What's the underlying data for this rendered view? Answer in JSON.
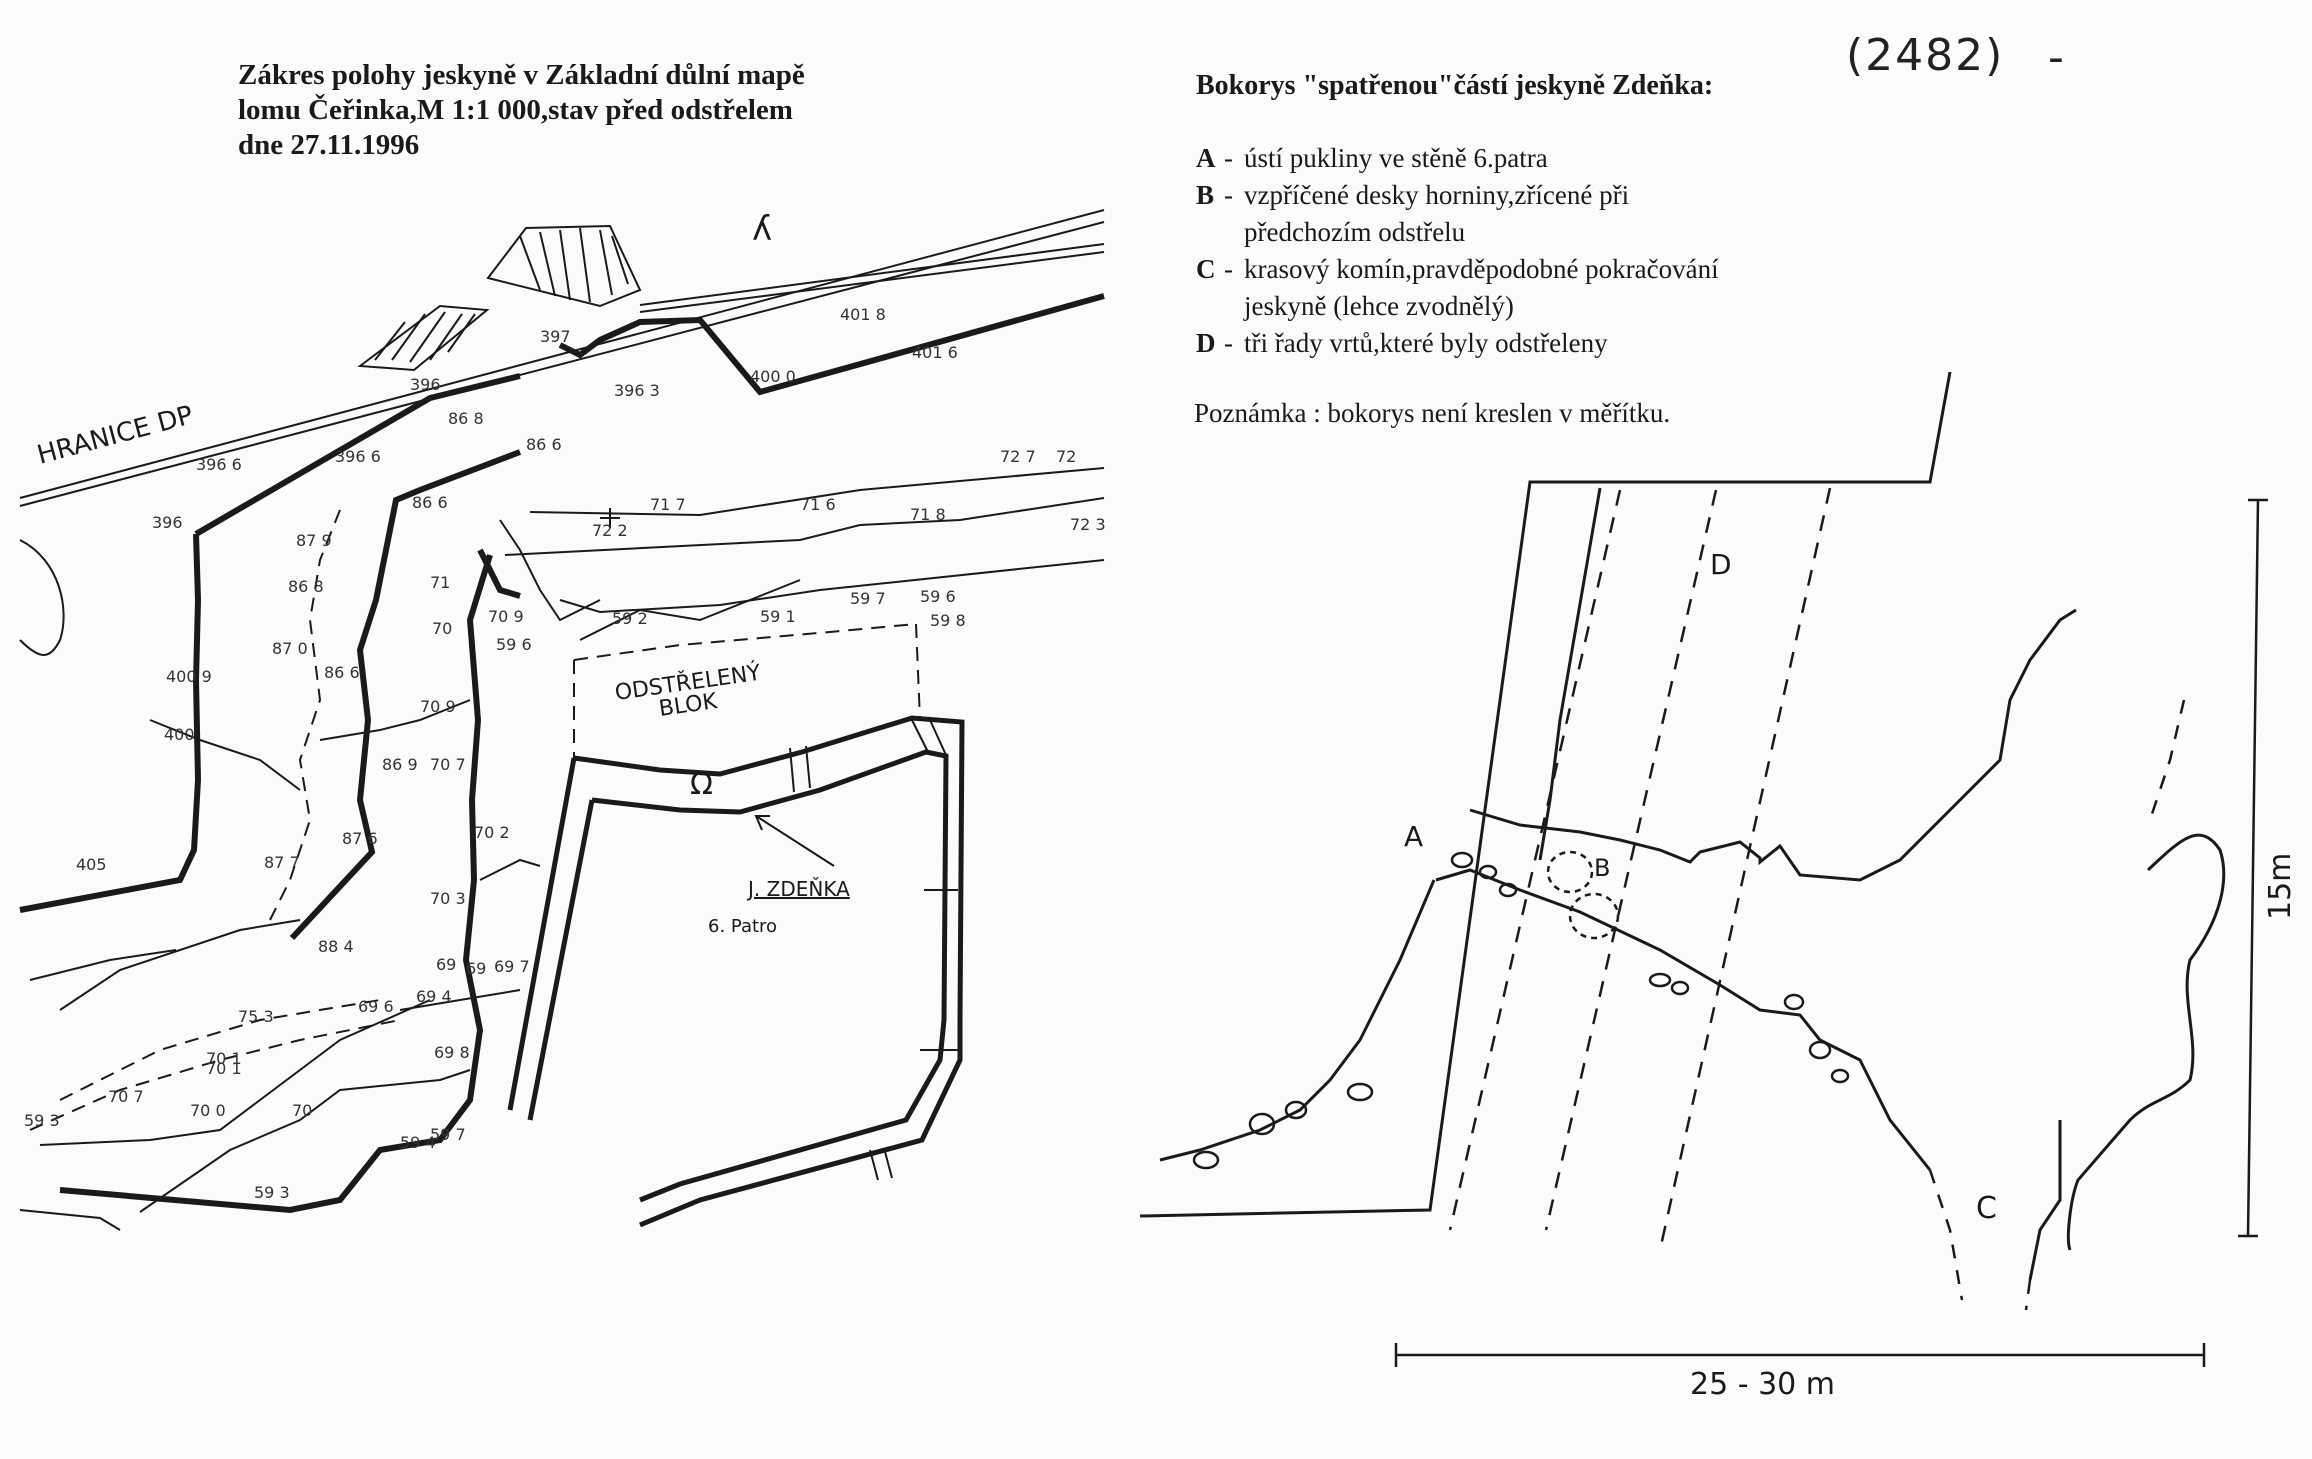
{
  "map": {
    "title_lines": [
      "Zákres polohy jeskyně v Základní důlní mapě",
      "lomu Čeřinka,M 1:1 000,stav před odstřelem",
      "dne 27.11.1996"
    ],
    "boundary_label": "HRANICE DP",
    "blasted_block_line1": "ODSTŘELENÝ",
    "blasted_block_line2": "BLOK",
    "cave_label": "J. ZDEŇKA",
    "level_label": "6. Patro",
    "spot_heights": [
      "396 6",
      "396 6",
      "396",
      "86 8",
      "86 6",
      "86 6",
      "87 9",
      "86 8",
      "87 0",
      "86 6",
      "87 6",
      "87 7",
      "86 9",
      "88 4",
      "400 9",
      "400",
      "405",
      "401 8",
      "401 6",
      "400 0",
      "396 3",
      "397",
      "396",
      "71 6",
      "71 8",
      "71 7",
      "72 2",
      "72 7",
      "72",
      "72 3",
      "70 9",
      "70",
      "71",
      "70 7",
      "70 9",
      "70 2",
      "70 3",
      "69",
      "69 7",
      "69 6",
      "69 4",
      "69",
      "69 8",
      "70 1",
      "75 3",
      "70 1",
      "70 7",
      "70 0",
      "70",
      "59 3",
      "59 6",
      "59 2",
      "59 1",
      "59 7",
      "59 6",
      "59 8",
      "59 4",
      "59 7",
      "59 3"
    ]
  },
  "elevation": {
    "title": "Bokorys \"spatřenou\"částí jeskyně Zdeňka:",
    "legend": [
      {
        "key": "A",
        "text": "ústí pukliny ve stěně 6.patra",
        "cont": ""
      },
      {
        "key": "B",
        "text": "vzpříčené desky horniny,zřícené při",
        "cont": "předchozím odstřelu"
      },
      {
        "key": "C",
        "text": "krasový komín,pravděpodobné pokračování",
        "cont": "jeskyně (lehce zvodnělý)"
      },
      {
        "key": "D",
        "text": "tři řady vrtů,které byly odstřeleny",
        "cont": ""
      }
    ],
    "note": "Poznámka : bokorys není kreslen v měřítku.",
    "labels": {
      "A": "A",
      "B": "B",
      "C": "C",
      "D": "D"
    },
    "height_scale": "15m",
    "width_scale": "25 - 30 m"
  },
  "archive_number": "(2482)",
  "archive_dash": "-"
}
